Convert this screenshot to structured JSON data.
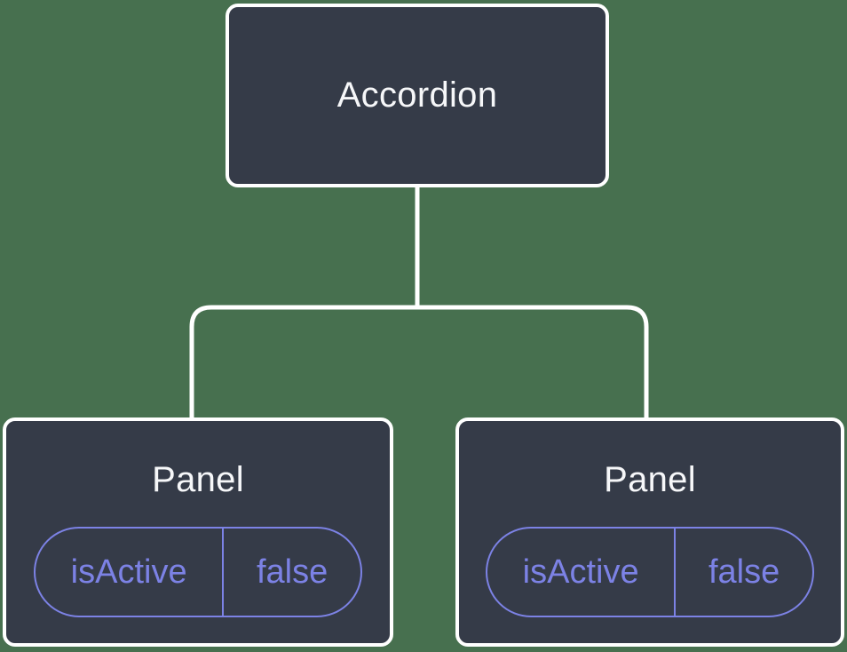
{
  "colors": {
    "background": "#47704F",
    "node_background": "#353B48",
    "node_border": "#FFFFFF",
    "node_text": "#F6F7F9",
    "accent_purple": "#7C82E5",
    "connector": "#FFFFFF"
  },
  "tree": {
    "root": {
      "label": "Accordion"
    },
    "children": [
      {
        "label": "Panel",
        "prop_name": "isActive",
        "prop_value": "false"
      },
      {
        "label": "Panel",
        "prop_name": "isActive",
        "prop_value": "false"
      }
    ]
  }
}
